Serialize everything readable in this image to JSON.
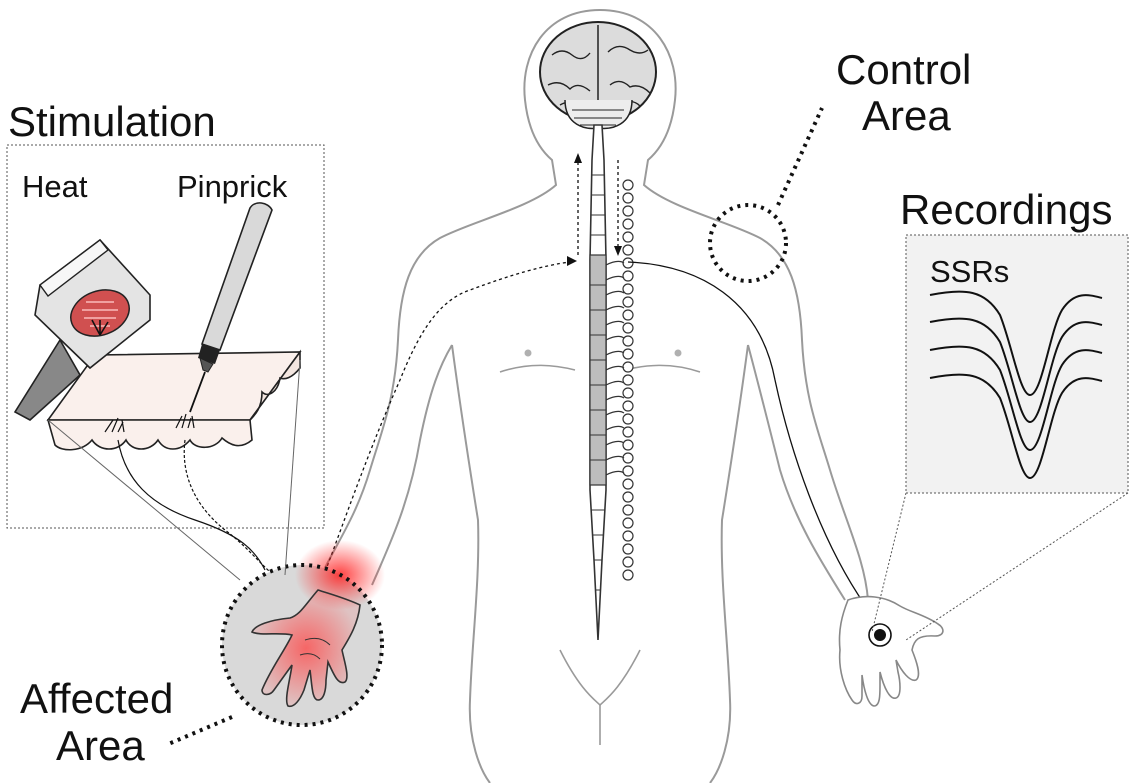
{
  "labels": {
    "stimulation": "Stimulation",
    "heat": "Heat",
    "pinprick": "Pinprick",
    "control_line1": "Control",
    "control_line2": "Area",
    "recordings": "Recordings",
    "ssrs": "SSRs",
    "affected_line1": "Affected",
    "affected_line2": "Area"
  },
  "colors": {
    "outline": "#9a9a9a",
    "ink": "#111111",
    "inflammation": "#ff3a3a",
    "affected_fill": "#d9d9d9",
    "panel_fill": "#f2f2f2",
    "skin_fill": "#faf0ec",
    "cord_gray": "#bdbdbd"
  },
  "icons": {
    "brain": "brain-icon",
    "heat_probe": "thermode-icon",
    "pinprick": "pinprick-needle-icon",
    "electrode": "electrode-icon"
  }
}
